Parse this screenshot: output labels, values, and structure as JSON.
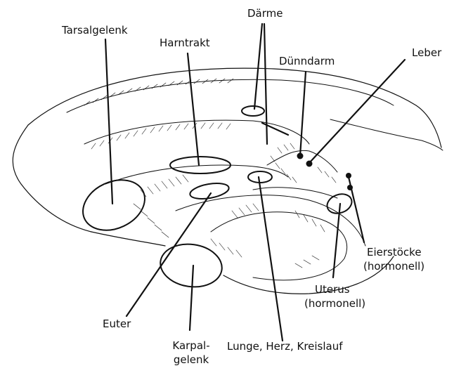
{
  "labels": {
    "tarsalgelenk": "Tarsalgelenk",
    "harntrakt": "Harntrakt",
    "daerme": "Därme",
    "duenndarm": "Dünndarm",
    "leber": "Leber",
    "eierstoecke_1": "Eierstöcke",
    "eierstoecke_2": "(hormonell)",
    "uterus_1": "Uterus",
    "uterus_2": "(hormonell)",
    "euter": "Euter",
    "karpalgelenk_1": "Karpal-",
    "karpalgelenk_2": "gelenk",
    "lunge_herz": "Lunge, Herz, Kreislauf"
  },
  "colors": {
    "ink": "#111111",
    "paper": "#ffffff"
  }
}
